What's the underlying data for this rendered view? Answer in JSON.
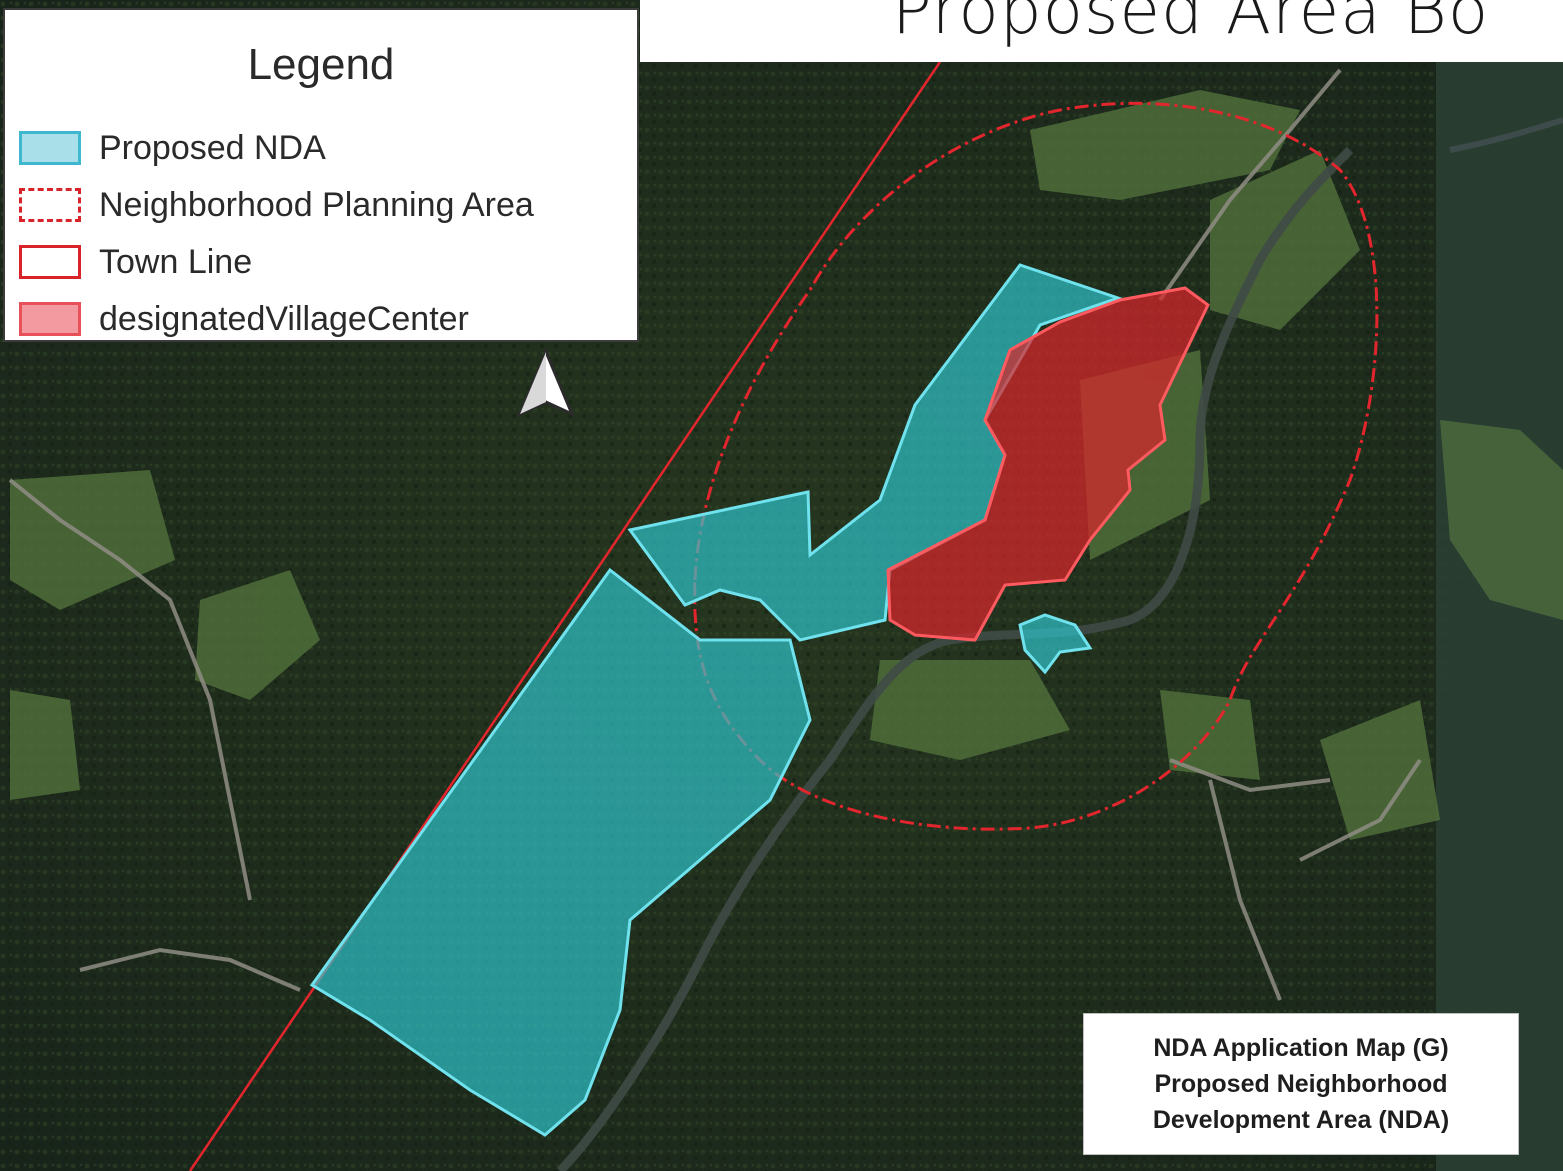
{
  "title": "Proposed Area Bo",
  "legend": {
    "title": "Legend",
    "items": [
      {
        "label": "Proposed NDA",
        "fill": "#a9dfe9",
        "stroke": "#3fb7cf",
        "style": "solid"
      },
      {
        "label": "Neighborhood Planning Area",
        "fill": "#ffffff",
        "stroke": "#d8232a",
        "style": "dashed"
      },
      {
        "label": "Town Line",
        "fill": "#ffffff",
        "stroke": "#d8232a",
        "style": "solid"
      },
      {
        "label": "designatedVillageCenter",
        "fill": "#f39aa0",
        "stroke": "#e8515a",
        "style": "solid"
      }
    ]
  },
  "caption": {
    "line1": "NDA Application Map (G)",
    "line2": "Proposed Neighborhood",
    "line3": "Development Area (NDA)"
  },
  "colors": {
    "forest": "#1f2d1c",
    "field": "#4f6d3a",
    "nda_fill": "#2fc7cf",
    "nda_stroke": "#6fe2ee",
    "village_fill": "#d8262b",
    "village_stroke": "#ff5a5f",
    "boundary_red": "#e3262d",
    "river": "#3f4a46"
  },
  "icons": {
    "north_arrow": "north-arrow-icon"
  }
}
